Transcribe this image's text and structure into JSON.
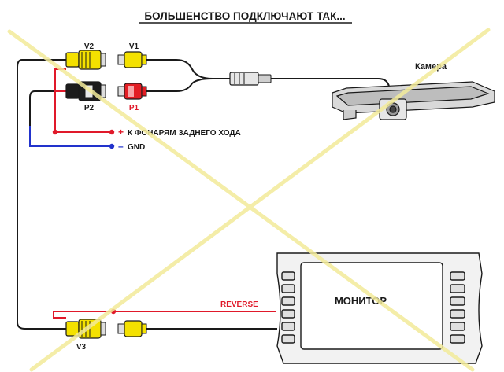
{
  "title": "БОЛЬШЕНСТВО ПОДКЛЮЧАЮТ ТАК...",
  "labels": {
    "v1": "V1",
    "v2": "V2",
    "p1": "P1",
    "p2": "P2",
    "v3": "V3",
    "camera": "Камера",
    "monitor": "МОНИТОР",
    "reverse": "REVERSE",
    "plus_sign": "+",
    "plus_text": "К ФОНАРЯМ ЗАДНЕГО ХОДА",
    "minus_sign": "–",
    "minus_text": "GND"
  },
  "colors": {
    "wire_black": "#1a1a1a",
    "wire_red": "#e0192a",
    "wire_blue": "#2233cc",
    "rca_yellow": "#f4e100",
    "rca_red": "#e31e24",
    "rca_white": "#f0f0f0",
    "rca_black": "#1c1c1c",
    "cross": "#f3eb9a"
  }
}
